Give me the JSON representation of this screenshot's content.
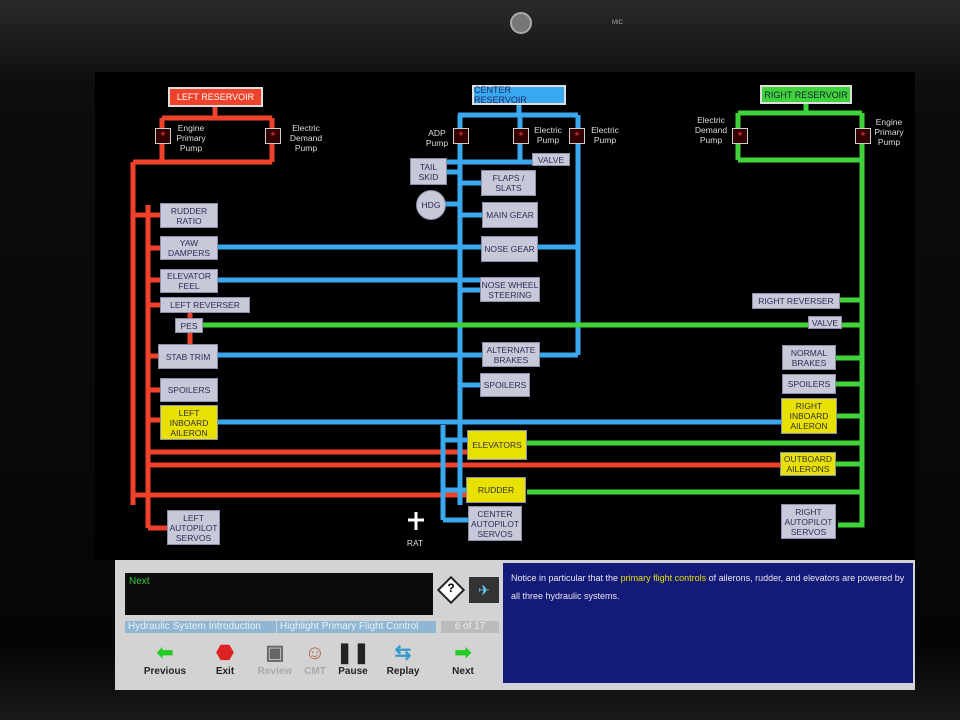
{
  "diagram": {
    "reservoirs": {
      "left": "LEFT RESERVOIR",
      "center": "CENTER RESERVOIR",
      "right": "RIGHT RESERVOIR"
    },
    "pumps": {
      "left_engine": "Engine Primary Pump",
      "left_electric": "Electric Demand Pump",
      "center_adp": "ADP Pump",
      "center_electric1": "Electric Pump",
      "center_electric2": "Electric Pump",
      "right_electric": "Electric Demand Pump",
      "right_engine": "Engine Primary Pump"
    },
    "left": {
      "rudder_ratio": "RUDDER RATIO",
      "yaw_dampers": "YAW DAMPERS",
      "elevator_feel": "ELEVATOR FEEL",
      "left_reverser": "LEFT REVERSER",
      "pes": "PES",
      "stab_trim": "STAB TRIM",
      "spoilers": "SPOILERS",
      "left_inboard_aileron": "LEFT INBOARD AILERON",
      "left_autopilot_servos": "LEFT AUTOPILOT SERVOS"
    },
    "center": {
      "valve": "VALVE",
      "tail_skid": "TAIL SKID",
      "flaps_slats": "FLAPS / SLATS",
      "hdg": "HDG",
      "main_gear": "MAIN GEAR",
      "nose_gear": "NOSE GEAR",
      "nose_wheel_steering": "NOSE WHEEL STEERING",
      "alternate_brakes": "ALTERNATE BRAKES",
      "spoilers": "SPOILERS",
      "elevators": "ELEVATORS",
      "rudder": "RUDDER",
      "center_autopilot_servos": "CENTER AUTOPILOT SERVOS",
      "rat": "RAT"
    },
    "right": {
      "right_reverser": "RIGHT REVERSER",
      "valve": "VALVE",
      "normal_brakes": "NORMAL BRAKES",
      "spoilers": "SPOILERS",
      "right_inboard_aileron": "RIGHT INBOARD AILERON",
      "outboard_ailerons": "OUTBOARD AILERONS",
      "right_autopilot_servos": "RIGHT AUTOPILOT SERVOS"
    },
    "colors": {
      "left": "#f0412a",
      "center": "#3aa8ee",
      "right": "#3fd23a",
      "highlight": "#e8e000"
    }
  },
  "bezel": {
    "mic": "MIC"
  },
  "panel": {
    "message": "Next",
    "breadcrumb": [
      "Hydraulic System Introduction",
      "Highlight Primary Flight Control"
    ],
    "page": "6 of 17",
    "help": "?",
    "nav": {
      "previous": "Previous",
      "exit": "Exit",
      "review": "Review",
      "cmt": "CMT",
      "pause": "Pause",
      "replay": "Replay",
      "next": "Next"
    },
    "info_pre": "Notice in particular that the ",
    "info_highlight": "primary flight controls",
    "info_post": " of ailerons, rudder, and elevators are powered by all three hydraulic systems."
  }
}
